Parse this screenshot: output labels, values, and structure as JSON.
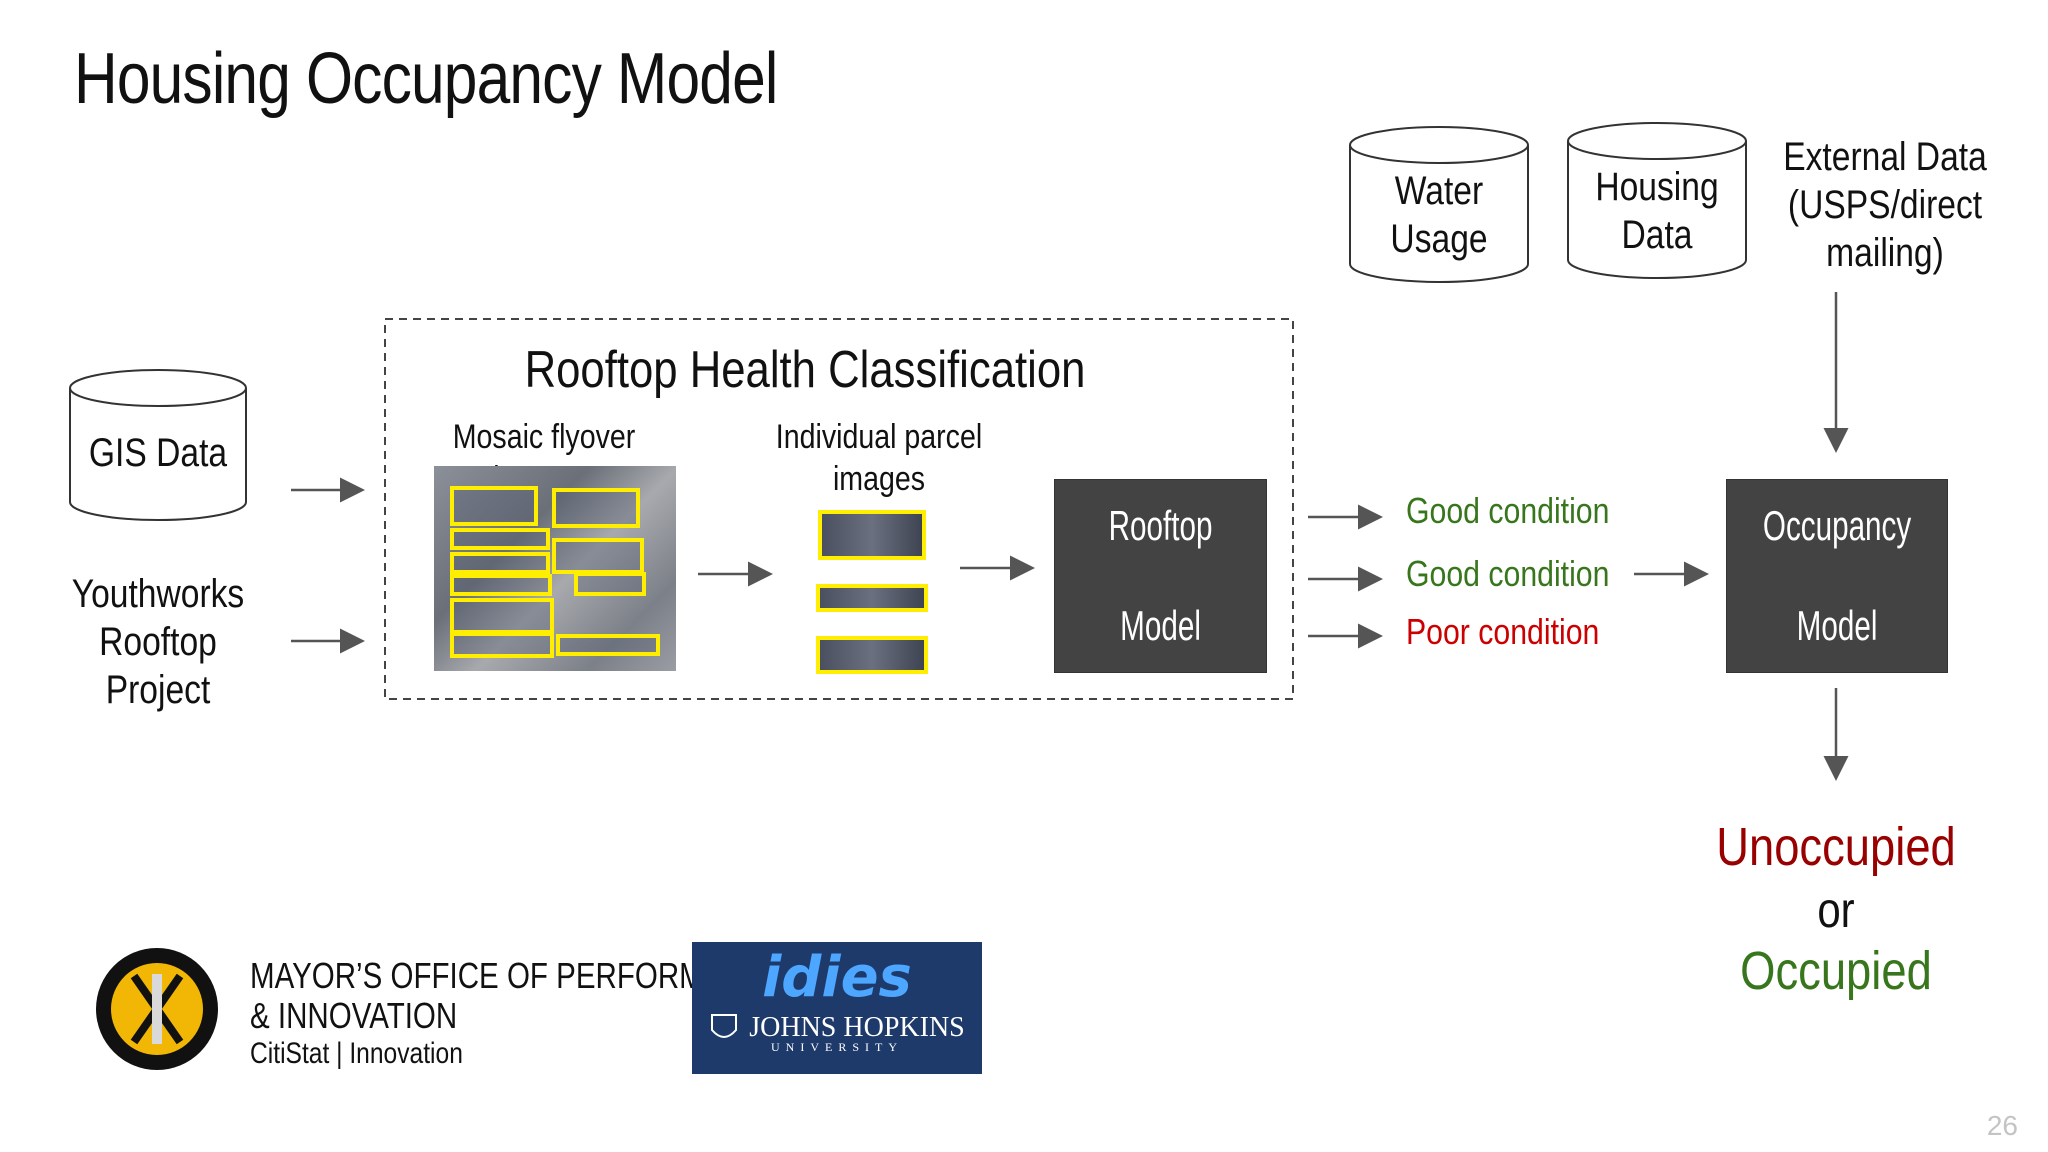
{
  "title": "Housing Occupancy Model",
  "inputs": {
    "gis": "GIS Data",
    "youthworks": [
      "Youthworks",
      "Rooftop",
      "Project"
    ]
  },
  "classification": {
    "heading": "Rooftop Health Classification",
    "mosaic_label": "Mosaic flyover imagery",
    "parcel_label": [
      "Individual parcel",
      "images"
    ]
  },
  "rooftop_model": [
    "Rooftop",
    "Model"
  ],
  "conditions": [
    {
      "label": "Good condition",
      "color": "#38761d"
    },
    {
      "label": "Good condition",
      "color": "#38761d"
    },
    {
      "label": "Poor condition",
      "color": "#cc0000"
    }
  ],
  "data_sources": {
    "water": [
      "Water",
      "Usage"
    ],
    "housing": [
      "Housing",
      "Data"
    ],
    "external": [
      "External Data",
      "(USPS/direct",
      "mailing)"
    ]
  },
  "occupancy_model": [
    "Occupancy",
    "Model"
  ],
  "outcome": {
    "unoccupied": "Unoccupied",
    "or": "or",
    "occupied": "Occupied",
    "unoccupied_color": "#990000",
    "occupied_color": "#38761d"
  },
  "footer": {
    "office_line1": "MAYOR’S OFFICE OF PERFORMANCE",
    "office_line2": "& INNOVATION",
    "office_line3": "CitiStat  |  Innovation",
    "idies_logo": "idies",
    "jhu_logo": "JOHNS HOPKINS",
    "jhu_sub": "UNIVERSITY"
  },
  "page_number": "26",
  "icons": [
    "arrow-right-icon",
    "arrow-down-icon",
    "database-icon",
    "city-seal-icon",
    "jhu-shield-icon"
  ]
}
